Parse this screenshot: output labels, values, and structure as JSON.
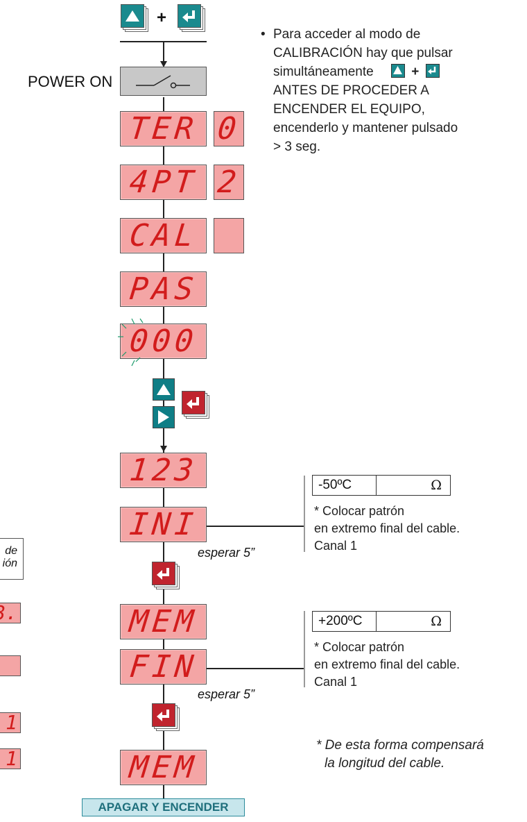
{
  "power": {
    "label": "POWER ON"
  },
  "plus_sign": "+",
  "instructions": {
    "line1": "Para acceder al modo de",
    "line2": "CALIBRACIÓN hay que pulsar",
    "line3": "simultáneamente",
    "line4": "ANTES DE PROCEDER A",
    "line5": "ENCENDER EL EQUIPO,",
    "line6": "encenderlo y mantener pulsado",
    "line7": "> 3 seg."
  },
  "displays": {
    "ter": "TER",
    "ter_val": "0",
    "pt": "4PT",
    "pt_val": "2",
    "cal": "CAL",
    "pas": "PAS",
    "code": "000",
    "code123": "123",
    "ini": "INI",
    "mem1": "MEM",
    "fin": "FIN",
    "mem2": "MEM"
  },
  "wait_labels": {
    "first": "esperar 5”",
    "second": "esperar 5”"
  },
  "calib_ini": {
    "temp": "-50ºC",
    "unit": "Ω",
    "note1": "* Colocar patrón",
    "note2": "en extremo final del cable.",
    "note3": "Canal 1"
  },
  "calib_fin": {
    "temp": "+200ºC",
    "unit": "Ω",
    "note1": "* Colocar patrón",
    "note2": "en extremo final del cable.",
    "note3": "Canal 1"
  },
  "footnote": {
    "line1": "* De esta forma compensará",
    "line2": "la longitud del cable."
  },
  "final_box": "APAGAR Y ENCENDER",
  "left_partial": {
    "line1": "de",
    "line2": "ión",
    "d1": "3.",
    "d2": "_",
    "d3": "1",
    "d4": "1"
  }
}
